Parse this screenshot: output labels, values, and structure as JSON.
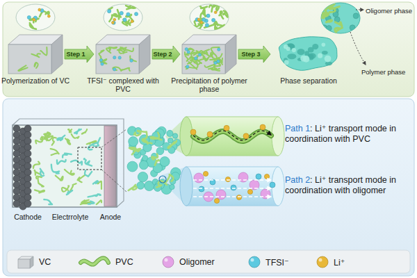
{
  "diagram": {
    "nodes": [
      {
        "text": [
          "Polymerization of VC"
        ]
      },
      {
        "text": [
          "TFSI⁻ complexed with PVC"
        ]
      },
      {
        "text": [
          "Precipitation of polymer phase"
        ]
      },
      {
        "text": [
          "Phase separation"
        ]
      }
    ],
    "edges": [
      {
        "from": 0,
        "to": 1,
        "label": "Step 1",
        "arrow": "to"
      },
      {
        "from": 1,
        "to": 2,
        "label": "Step 2",
        "arrow": "to"
      },
      {
        "from": 2,
        "to": 3,
        "label": "Step 3",
        "arrow": "to"
      }
    ],
    "labels": [
      "Oligomer phase",
      "Polymer phase",
      "Cathode",
      "Electrrolyte",
      "Anode",
      "Path 1",
      ": Li⁺ transport mode in coordination with PVC",
      "Path 2",
      ": Li⁺ transport mode in coordination with oligomer"
    ],
    "legend": [
      {
        "text": "VC"
      },
      {
        "text": "PVC"
      },
      {
        "text": "Oligomer",
        "color": "#e4a3e6"
      },
      {
        "text": "TFSI⁻",
        "color": "#5cc9e0"
      },
      {
        "text": "Li⁺",
        "color": "#e8b838"
      }
    ]
  }
}
